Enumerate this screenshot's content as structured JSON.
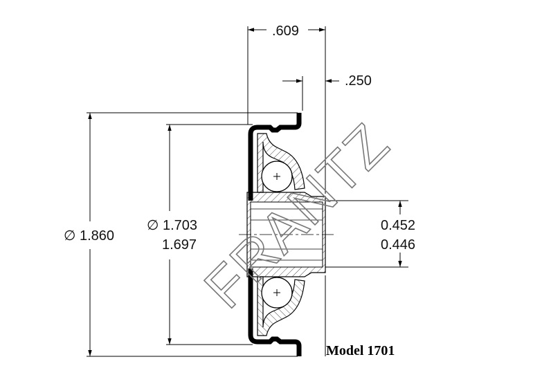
{
  "dimensions": {
    "overall_width": ".609",
    "flange_offset": ".250",
    "outer_diameter": "∅ 1.860",
    "inner_diameter_max": "∅ 1.703",
    "inner_diameter_min": "1.697",
    "bore_max": "0.452",
    "bore_min": "0.446"
  },
  "model_label": "Model 1701",
  "watermark": "FRANTZ"
}
